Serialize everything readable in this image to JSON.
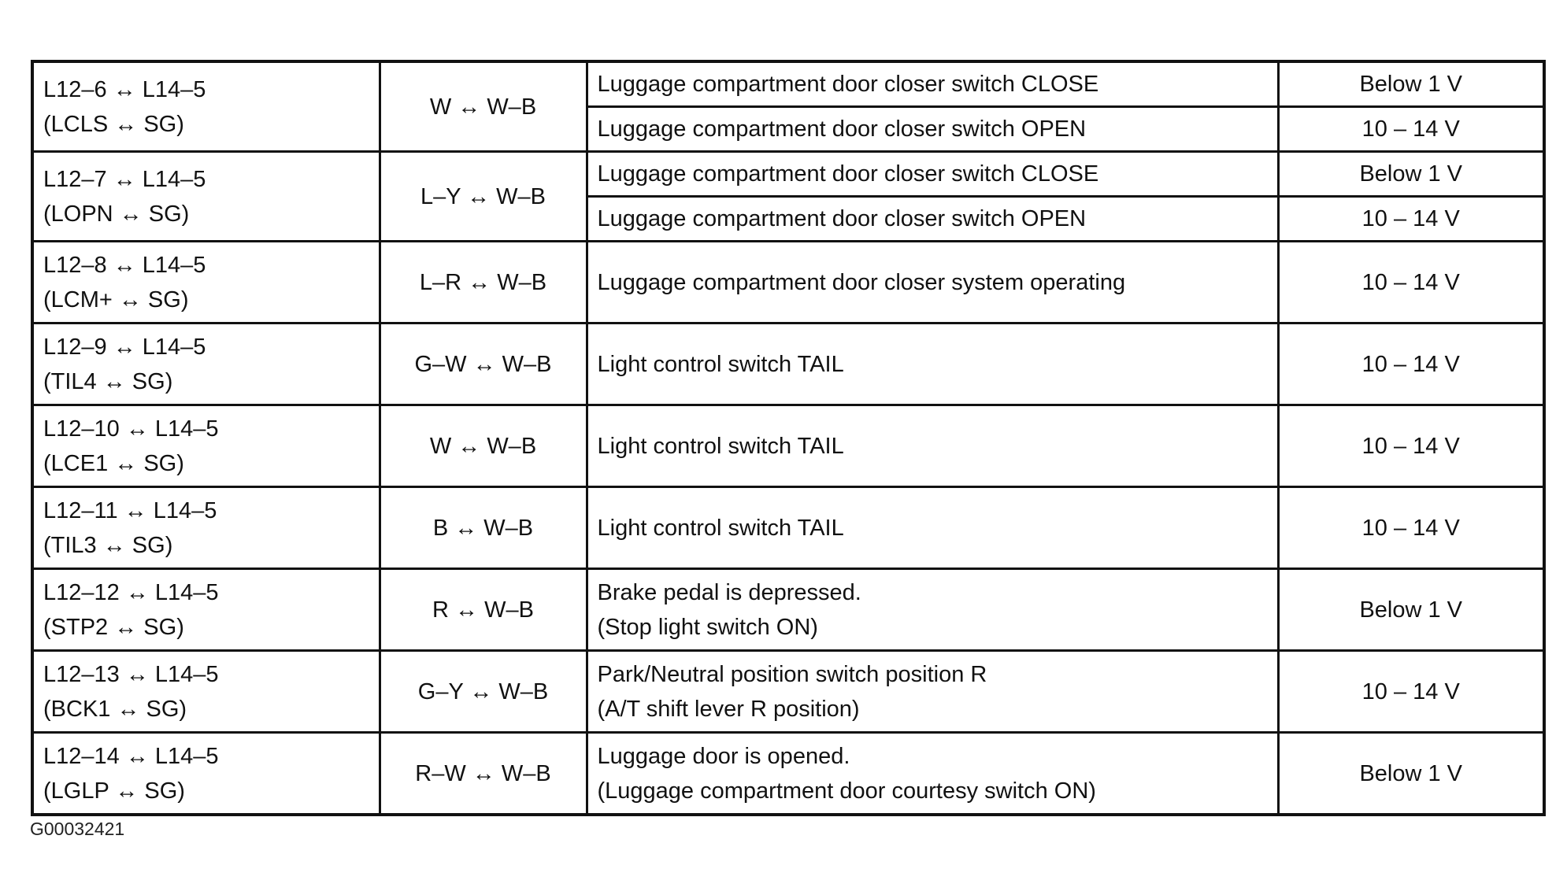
{
  "rows": [
    {
      "terminal": "L12–6 ↔ L14–5",
      "signal": "(LCLS ↔ SG)",
      "wire": "W ↔ W–B",
      "conditions": [
        {
          "text": "Luggage compartment door closer switch CLOSE",
          "spec": "Below 1 V"
        },
        {
          "text": "Luggage compartment door closer switch OPEN",
          "spec": "10 – 14 V"
        }
      ]
    },
    {
      "terminal": "L12–7 ↔ L14–5",
      "signal": "(LOPN ↔ SG)",
      "wire": "L–Y ↔ W–B",
      "conditions": [
        {
          "text": "Luggage compartment door closer switch CLOSE",
          "spec": "Below 1 V"
        },
        {
          "text": "Luggage compartment door closer switch OPEN",
          "spec": "10 – 14 V"
        }
      ]
    },
    {
      "terminal": "L12–8 ↔ L14–5",
      "signal": "(LCM+ ↔ SG)",
      "wire": "L–R ↔ W–B",
      "condition_1": "Luggage compartment door closer system operating",
      "condition_2": "",
      "spec": "10 – 14 V"
    },
    {
      "terminal": "L12–9 ↔ L14–5",
      "signal": "(TIL4 ↔ SG)",
      "wire": "G–W ↔ W–B",
      "condition_1": "Light control switch TAIL",
      "condition_2": "",
      "spec": "10 – 14 V"
    },
    {
      "terminal": "L12–10 ↔ L14–5",
      "signal": "(LCE1 ↔ SG)",
      "wire": "W ↔ W–B",
      "condition_1": "Light control switch TAIL",
      "condition_2": "",
      "spec": "10 – 14 V"
    },
    {
      "terminal": "L12–11 ↔ L14–5",
      "signal": "(TIL3 ↔ SG)",
      "wire": "B ↔ W–B",
      "condition_1": "Light control switch TAIL",
      "condition_2": "",
      "spec": "10 – 14 V"
    },
    {
      "terminal": "L12–12 ↔ L14–5",
      "signal": "(STP2 ↔ SG)",
      "wire": "R ↔ W–B",
      "condition_1": "Brake pedal is depressed.",
      "condition_2": "(Stop light switch ON)",
      "spec": "Below 1 V"
    },
    {
      "terminal": "L12–13 ↔ L14–5",
      "signal": "(BCK1 ↔ SG)",
      "wire": "G–Y ↔ W–B",
      "condition_1": "Park/Neutral position switch position R",
      "condition_2": "(A/T shift lever R position)",
      "spec": "10 – 14 V"
    },
    {
      "terminal": "L12–14 ↔ L14–5",
      "signal": "(LGLP ↔ SG)",
      "wire": "R–W ↔ W–B",
      "condition_1": "Luggage door is opened.",
      "condition_2": "(Luggage compartment door courtesy switch ON)",
      "spec": "Below 1 V"
    }
  ],
  "figure_code": "G00032421"
}
